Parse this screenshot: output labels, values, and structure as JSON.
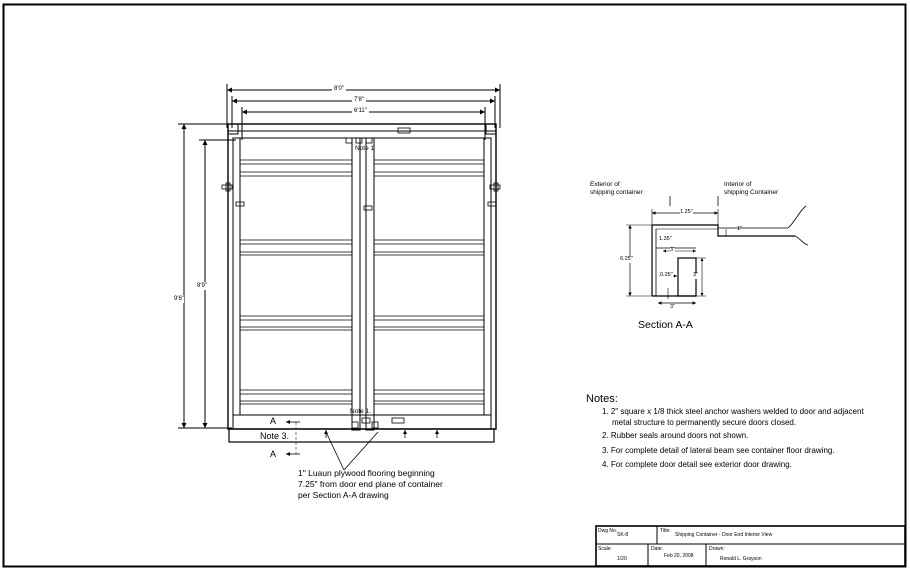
{
  "elevation": {
    "dimensions": {
      "overall_width": "8'0\"",
      "inner_width": "7'8\"",
      "door_width": "6'11\"",
      "overall_height": "9'6\"",
      "door_height": "8'9\""
    },
    "labels": {
      "note1_top": "Note 1",
      "note1_bottom": "Note 1.",
      "note3": "Note 3.",
      "section_marker_top": "A",
      "section_marker_bottom": "A"
    },
    "flooring_callout": [
      "1\" Luaun  plywood flooring beginning",
      "7.25\" from door end plane of container",
      "per Section A-A drawing"
    ]
  },
  "section": {
    "exterior_label": [
      "Exterior of",
      "shipping container"
    ],
    "interior_label": [
      "Interior of",
      "shipping Container"
    ],
    "dims": {
      "top_width": "1.25\"",
      "plate": "1\"",
      "small_h": "1.35\"",
      "inner_w": "3\"",
      "overall_h": "6.25\"",
      "box_h": "3\"",
      "offset": "0.25\"",
      "bottom_w": "3\""
    },
    "title": "Section A-A"
  },
  "notes": {
    "heading": "Notes:",
    "items": [
      "1.  2\" square x 1/8 thick steel anchor washers welded to door and adjacent",
      "metal structure to permanently secure doors closed.",
      "2.  Rubber seals around doors not shown.",
      "3.  For complete detail of lateral beam see container floor drawing.",
      "4.  For complete door detail see exterior door drawing."
    ]
  },
  "title_block": {
    "dwg_label": "Dwg No.",
    "dwg_value": "SK-8",
    "title_label": "Title:",
    "title_value": "Shipping Container - Door End Interior View",
    "scale_label": "Scale:",
    "scale_value": "1/20",
    "date_label": "Date:",
    "date_value": "Feb 20, 2008",
    "drawn_label": "Drawn:",
    "drawn_value": "Ronald L. Grayson"
  }
}
